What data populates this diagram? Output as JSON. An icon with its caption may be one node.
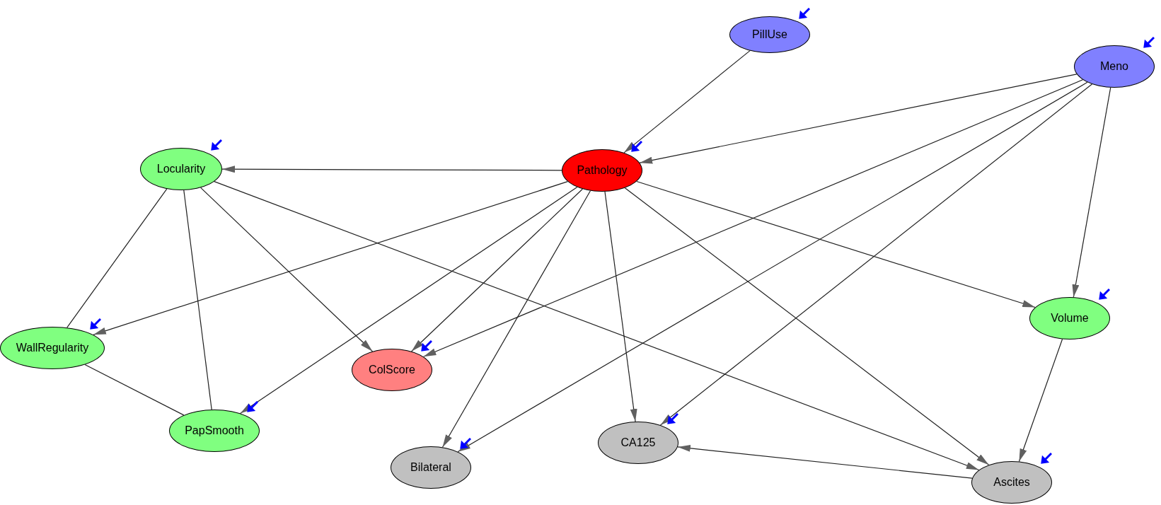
{
  "diagram": {
    "nodes": [
      {
        "text": [
          "PillUse"
        ]
      },
      {
        "text": [
          "Meno"
        ]
      },
      {
        "text": [
          "Locularity"
        ]
      },
      {
        "text": [
          "Pathology"
        ]
      },
      {
        "text": [
          "Volume"
        ]
      },
      {
        "text": [
          "WallRegularity"
        ]
      },
      {
        "text": [
          "ColScore"
        ]
      },
      {
        "text": [
          "PapSmooth"
        ]
      },
      {
        "text": [
          "CA125"
        ]
      },
      {
        "text": [
          "Bilateral"
        ]
      },
      {
        "text": [
          "Ascites"
        ]
      }
    ],
    "edges": [
      {
        "from": 0,
        "to": 3,
        "arrow": "to"
      },
      {
        "from": 1,
        "to": 3,
        "arrow": "to"
      },
      {
        "from": 3,
        "to": 2,
        "arrow": "to"
      },
      {
        "from": 1,
        "to": 6,
        "arrow": "to"
      },
      {
        "from": 1,
        "to": 9,
        "arrow": "to"
      },
      {
        "from": 1,
        "to": 8,
        "arrow": "to"
      },
      {
        "from": 1,
        "to": 4,
        "arrow": "to"
      },
      {
        "from": 3,
        "to": 5,
        "arrow": "to"
      },
      {
        "from": 3,
        "to": 7,
        "arrow": "to"
      },
      {
        "from": 3,
        "to": 6,
        "arrow": "to"
      },
      {
        "from": 3,
        "to": 9,
        "arrow": "to"
      },
      {
        "from": 3,
        "to": 8,
        "arrow": "to"
      },
      {
        "from": 3,
        "to": 10,
        "arrow": "to"
      },
      {
        "from": 3,
        "to": 4,
        "arrow": "to"
      },
      {
        "from": 2,
        "to": 5,
        "arrow": "none"
      },
      {
        "from": 2,
        "to": 7,
        "arrow": "none"
      },
      {
        "from": 2,
        "to": 6,
        "arrow": "to"
      },
      {
        "from": 2,
        "to": 10,
        "arrow": "to"
      },
      {
        "from": 5,
        "to": 7,
        "arrow": "none"
      },
      {
        "from": 4,
        "to": 10,
        "arrow": "to"
      },
      {
        "from": 10,
        "to": 8,
        "arrow": "to"
      }
    ]
  }
}
